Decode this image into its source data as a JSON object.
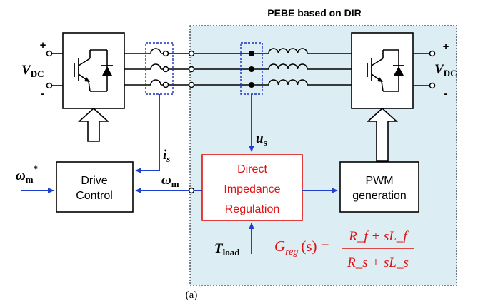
{
  "title": "PEBE based on DIR",
  "caption": "(a)",
  "blocks": {
    "drive": [
      "Drive",
      "Control"
    ],
    "dir": [
      "Direct",
      "Impedance",
      "Regulation"
    ],
    "pwm": [
      "PWM",
      "generation"
    ]
  },
  "signals": {
    "vdc_left": {
      "main": "V",
      "sub": "DC"
    },
    "vdc_right": {
      "main": "V",
      "sub": "DC"
    },
    "plus": "+",
    "minus": "-",
    "i_s": {
      "main": "i",
      "sub": "s"
    },
    "u_s": {
      "main": "u",
      "sub": "s"
    },
    "omega_ref": {
      "main": "ω",
      "sub": "m",
      "sup": "*"
    },
    "omega_m": {
      "main": "ω",
      "sub": "m"
    },
    "t_load": {
      "main": "T",
      "sub": "load"
    }
  },
  "formula": {
    "lhs": "G",
    "lhs_sub": "reg",
    "lhs_arg": "(s) =",
    "numerator": "R_f + sL_f",
    "denominator": "R_s + sL_s"
  },
  "colors": {
    "line": "#000000",
    "signal": "#1f3fd0",
    "dir_red": "#e01010",
    "region_fill": "#dceef4",
    "dash_blue": "#1a2ec0"
  }
}
